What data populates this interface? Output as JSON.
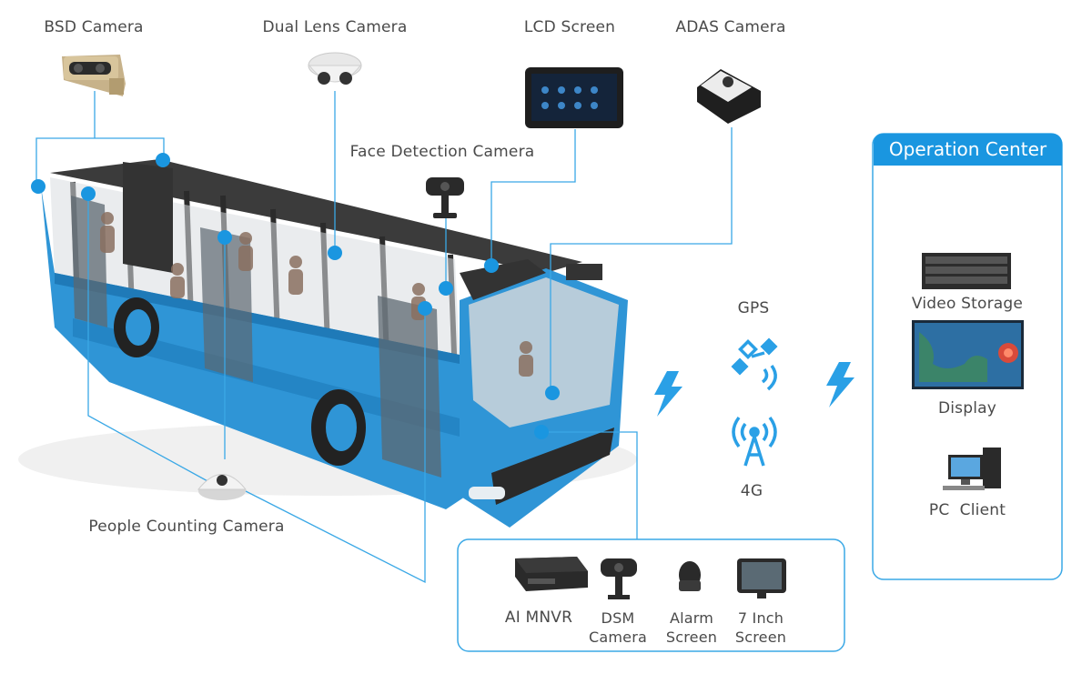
{
  "labels": {
    "bsd_camera": "BSD Camera",
    "dual_lens_camera": "Dual Lens Camera",
    "lcd_screen": "LCD Screen",
    "adas_camera": "ADAS Camera",
    "face_detection_camera": "Face Detection Camera",
    "people_counting_camera": "People Counting Camera",
    "gps": "GPS",
    "fourg": "4G"
  },
  "operation_center": {
    "title": "Operation Center",
    "items": {
      "video_storage": "Video Storage",
      "display": "Display",
      "pc_client": "PC  Client"
    }
  },
  "devices": {
    "ai_mnvr": "AI MNVR",
    "dsm_camera": "DSM Camera",
    "alarm_screen": "Alarm Screen",
    "seven_inch_screen": "7 Inch Screen"
  },
  "colors": {
    "accent": "#1a96e0",
    "line": "#3aa8e6",
    "bus_body": "#2f95d6",
    "text": "#4a4a4a"
  },
  "icons": [
    "satellite-icon",
    "antenna-icon",
    "lightning-icon"
  ]
}
